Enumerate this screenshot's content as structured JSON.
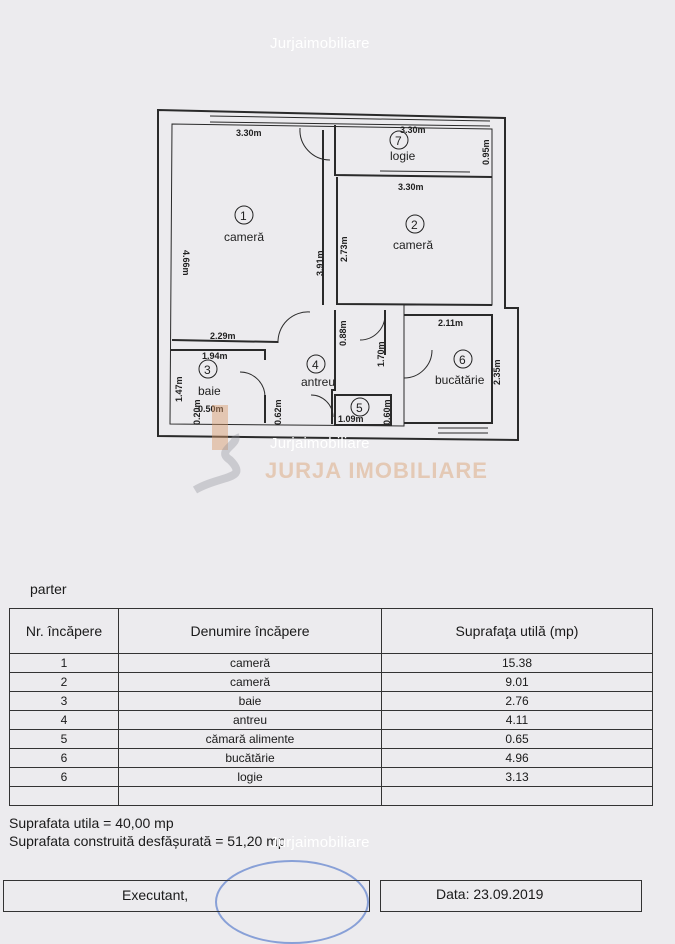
{
  "watermarks": [
    "Jurjaimobiliare",
    "Jurjaimobiliare",
    "Jurjaimobiliare"
  ],
  "logo": {
    "text": "JURJA IMOBILIARE",
    "accent": "#d99a68"
  },
  "plan": {
    "rooms": [
      {
        "num": "1",
        "name": "cameră"
      },
      {
        "num": "2",
        "name": "cameră"
      },
      {
        "num": "3",
        "name": "baie"
      },
      {
        "num": "4",
        "name": "antreu"
      },
      {
        "num": "5",
        "name": ""
      },
      {
        "num": "6",
        "name": "bucătărie"
      },
      {
        "num": "7",
        "name": "logie"
      }
    ],
    "dims": {
      "d1": "3.30m",
      "d2": "3.30m",
      "d3": "0.95m",
      "d4": "3.30m",
      "d5": "4.66m",
      "d6": "3.91m",
      "d7": "2.73m",
      "d8": "2.29m",
      "d9": "0.88m",
      "d10": "1.70m",
      "d11": "2.11m",
      "d12": "1.94m",
      "d13": "1.47m",
      "d14": "0.50m",
      "d15": "0.20m",
      "d16": "0.62m",
      "d17": "1.09m",
      "d18": "0.60m",
      "d19": "2.35m"
    }
  },
  "floor_label": "parter",
  "table": {
    "headers": [
      "Nr. încăpere",
      "Denumire încăpere",
      "Suprafaţa utilă (mp)"
    ],
    "rows": [
      {
        "nr": "1",
        "name": "cameră",
        "area": "15.38"
      },
      {
        "nr": "2",
        "name": "cameră",
        "area": "9.01"
      },
      {
        "nr": "3",
        "name": "baie",
        "area": "2.76"
      },
      {
        "nr": "4",
        "name": "antreu",
        "area": "4.11"
      },
      {
        "nr": "5",
        "name": "cămară alimente",
        "area": "0.65"
      },
      {
        "nr": "6",
        "name": "bucătărie",
        "area": "4.96"
      },
      {
        "nr": "6",
        "name": "logie",
        "area": "3.13"
      },
      {
        "nr": "",
        "name": "",
        "area": ""
      }
    ]
  },
  "summary": {
    "utila": "Suprafata utila = 40,00 mp",
    "construita": "Suprafata construită desfășurată = 51,20 mp"
  },
  "footer": {
    "executant": "Executant,",
    "date": "Data: 23.09.2019"
  }
}
